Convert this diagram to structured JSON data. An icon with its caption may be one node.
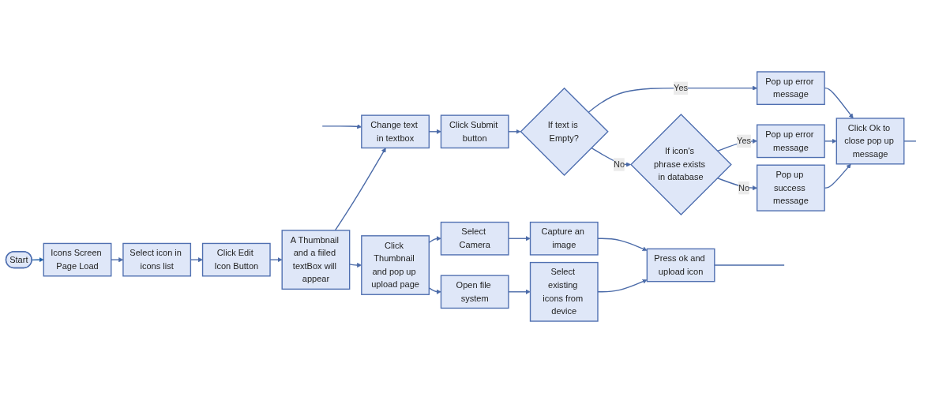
{
  "diagram": {
    "nodes": [
      {
        "text": [
          "Start"
        ]
      },
      {
        "text": [
          "Icons Screen Page Load"
        ]
      },
      {
        "text": [
          "Select icon in icons list"
        ]
      },
      {
        "text": [
          "Click Edit Icon Button"
        ]
      },
      {
        "text": [
          "A Thumbnail and a fiiled textBox will appear"
        ]
      },
      {
        "text": [
          "Click Thumbnail and pop up upload page"
        ]
      },
      {
        "text": [
          "Change text in textbox"
        ]
      },
      {
        "text": [
          "Click Submit button"
        ]
      },
      {
        "text": [
          "If text is Empty?"
        ]
      },
      {
        "text": [
          "If icon's phrase exists in database"
        ]
      },
      {
        "text": [
          "Pop up success message"
        ]
      },
      {
        "text": [
          "Pop up error message"
        ]
      },
      {
        "text": [
          "Click Ok to close pop up message"
        ]
      },
      {
        "text": [
          "Pop up error message"
        ]
      },
      {
        "text": [
          "Select Camera"
        ]
      },
      {
        "text": [
          "Open file system"
        ]
      },
      {
        "text": [
          "Select existing icons from device"
        ]
      },
      {
        "text": [
          "Capture an image"
        ]
      },
      {
        "text": [
          "Press ok and upload icon"
        ]
      }
    ],
    "edges": [
      {
        "from": 0,
        "to": 1,
        "arrow": "to",
        "color": "#1f5fa8"
      },
      {
        "from": 1,
        "to": 2,
        "arrow": "to"
      },
      {
        "from": 2,
        "to": 3,
        "arrow": "to"
      },
      {
        "from": 3,
        "to": 4,
        "arrow": "to"
      },
      {
        "from": 4,
        "to": 6,
        "arrow": "to"
      },
      {
        "from": 6,
        "to": 7,
        "arrow": "to"
      },
      {
        "from": 7,
        "to": 8,
        "arrow": "to"
      },
      {
        "from": 8,
        "to": 9,
        "arrow": "to",
        "label": "No"
      },
      {
        "from": 8,
        "to": 13,
        "arrow": "to",
        "label": "Yes"
      },
      {
        "from": 9,
        "to": 10,
        "arrow": "to",
        "label": "No"
      },
      {
        "from": 9,
        "to": 11,
        "arrow": "to",
        "label": "Yes"
      },
      {
        "from": 10,
        "to": 12,
        "arrow": "to"
      },
      {
        "from": 11,
        "to": 12,
        "arrow": "to"
      },
      {
        "from": 13,
        "to": 12,
        "arrow": "to"
      },
      {
        "from": 12,
        "to": null,
        "arrow": "none"
      },
      {
        "from": 4,
        "to": 5,
        "arrow": "to"
      },
      {
        "from": 5,
        "to": 14,
        "arrow": "to"
      },
      {
        "from": 5,
        "to": 15,
        "arrow": "to"
      },
      {
        "from": 14,
        "to": 17,
        "arrow": "to"
      },
      {
        "from": 15,
        "to": 16,
        "arrow": "to"
      },
      {
        "from": 16,
        "to": 18,
        "arrow": "to"
      },
      {
        "from": 17,
        "to": 18,
        "arrow": "to"
      },
      {
        "from": 18,
        "to": null,
        "arrow": "none"
      },
      {
        "from": null,
        "to": 6,
        "arrow": "to"
      }
    ]
  }
}
